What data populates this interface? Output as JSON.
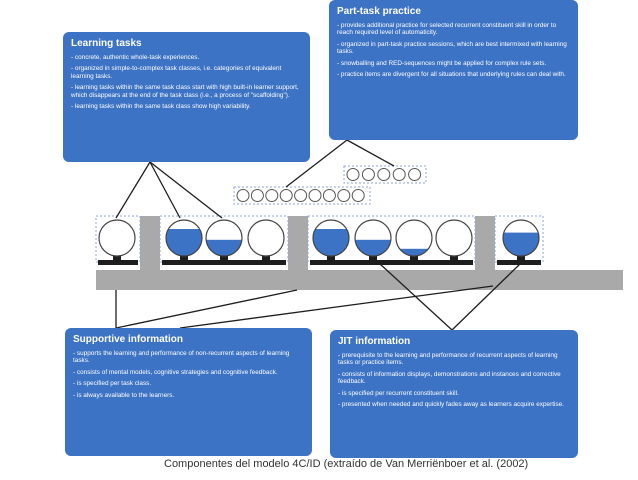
{
  "boxes": {
    "learning": {
      "title": "Learning tasks",
      "items": [
        "concrete, authentic whole-task experiences.",
        "organized in simple-to-complex task classes, i.e. categories of equivalent learning tasks.",
        "learning tasks within the same task class start with high built-in learner support, which disappears at the end of the task class (i.e., a process of \"scaffolding\").",
        "learning tasks within the same task class show high variability."
      ]
    },
    "parttask": {
      "title": "Part-task practice",
      "items": [
        "provides additional practice for selected recurrent constituent skill in order to reach required level of automaticity.",
        "organized in part-task practice sessions, which are best intermixed with learning tasks.",
        "snowballing and RED-sequences might be applied for complex rule sets.",
        "practice items are divergent for all situations that underlying rules can deal with."
      ]
    },
    "supportive": {
      "title": "Supportive information",
      "items": [
        "supports the learning and performance of non-recurrent aspects of learning tasks.",
        "consists of mental models, cognitive strategies and cognitive feedback.",
        "is specified per task class.",
        "is always available to the learners."
      ]
    },
    "jit": {
      "title": "JIT information",
      "items": [
        "prerequisite to the learning and performance of recurrent aspects of learning tasks or practice items.",
        "consists of information displays, demonstrations and instances and corrective feedback.",
        "is specified per recurrent constituent skill.",
        "presented when needed and quickly fades away as learners acquire expertise."
      ]
    }
  },
  "caption": "Componentes del modelo 4C/ID (extraído de Van Merriënboer et al. (2002)",
  "colors": {
    "box": "#3d73c5",
    "fill": "#3d73c5",
    "gray": "#a9a9a9",
    "dark": "#1e1e1e",
    "dashed": "#8ea6d8"
  },
  "learning_tasks": [
    {
      "fill": 0.0
    },
    {
      "fill": 0.75
    },
    {
      "fill": 0.45
    },
    {
      "fill": 0.0
    },
    {
      "fill": 0.75
    },
    {
      "fill": 0.45
    },
    {
      "fill": 0.2
    },
    {
      "fill": 0.0
    },
    {
      "fill": 0.65
    }
  ]
}
